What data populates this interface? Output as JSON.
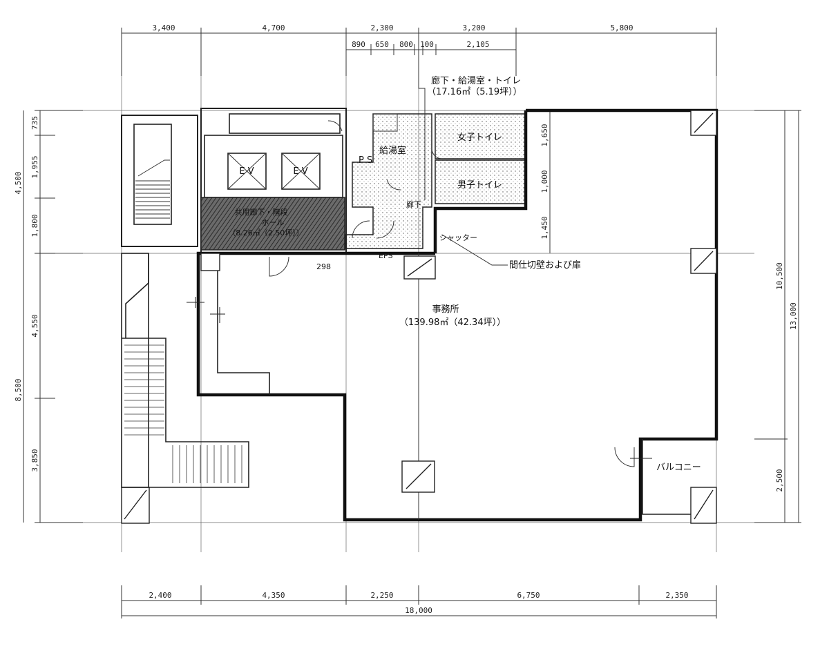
{
  "dimensions": {
    "top_row1": [
      "3,400",
      "4,700",
      "2,300",
      "3,200",
      "5,800"
    ],
    "top_row2": [
      "890",
      "650",
      "800",
      "100",
      "2,105"
    ],
    "bottom_row1": [
      "2,400",
      "4,350",
      "2,250",
      "6,750",
      "2,350"
    ],
    "bottom_total": "18,000",
    "left_row1": [
      "735",
      "1,955",
      "1,800",
      "4,550",
      "3,850"
    ],
    "left_row2": [
      "4,500",
      "8,500"
    ],
    "right_row1": [
      "1,650",
      "1,000",
      "1,450"
    ],
    "right_row2": [
      "10,500",
      "2,500"
    ],
    "right_total": "13,000"
  },
  "labels": {
    "corridor_title": "廊下・給湯室・トイレ",
    "corridor_area": "（17.16㎡（5.19坪））",
    "ps": "P S",
    "kitchen": "給湯室",
    "womens_toilet": "女子トイレ",
    "mens_toilet": "男子トイレ",
    "corridor": "廊下",
    "ev1": "E V",
    "ev2": "E V",
    "shared_hall_title": "共用廊下・階段",
    "shared_hall_sub": "ホール",
    "shared_hall_area": "（8.26㎡（2.50坪））",
    "eps": "EPS",
    "dim_298": "298",
    "partition_note": "間仕切壁および扉",
    "office_title": "事務所",
    "office_area": "（139.98㎡（42.34坪））",
    "balcony": "バルコニー",
    "shutter": "シャッター"
  }
}
